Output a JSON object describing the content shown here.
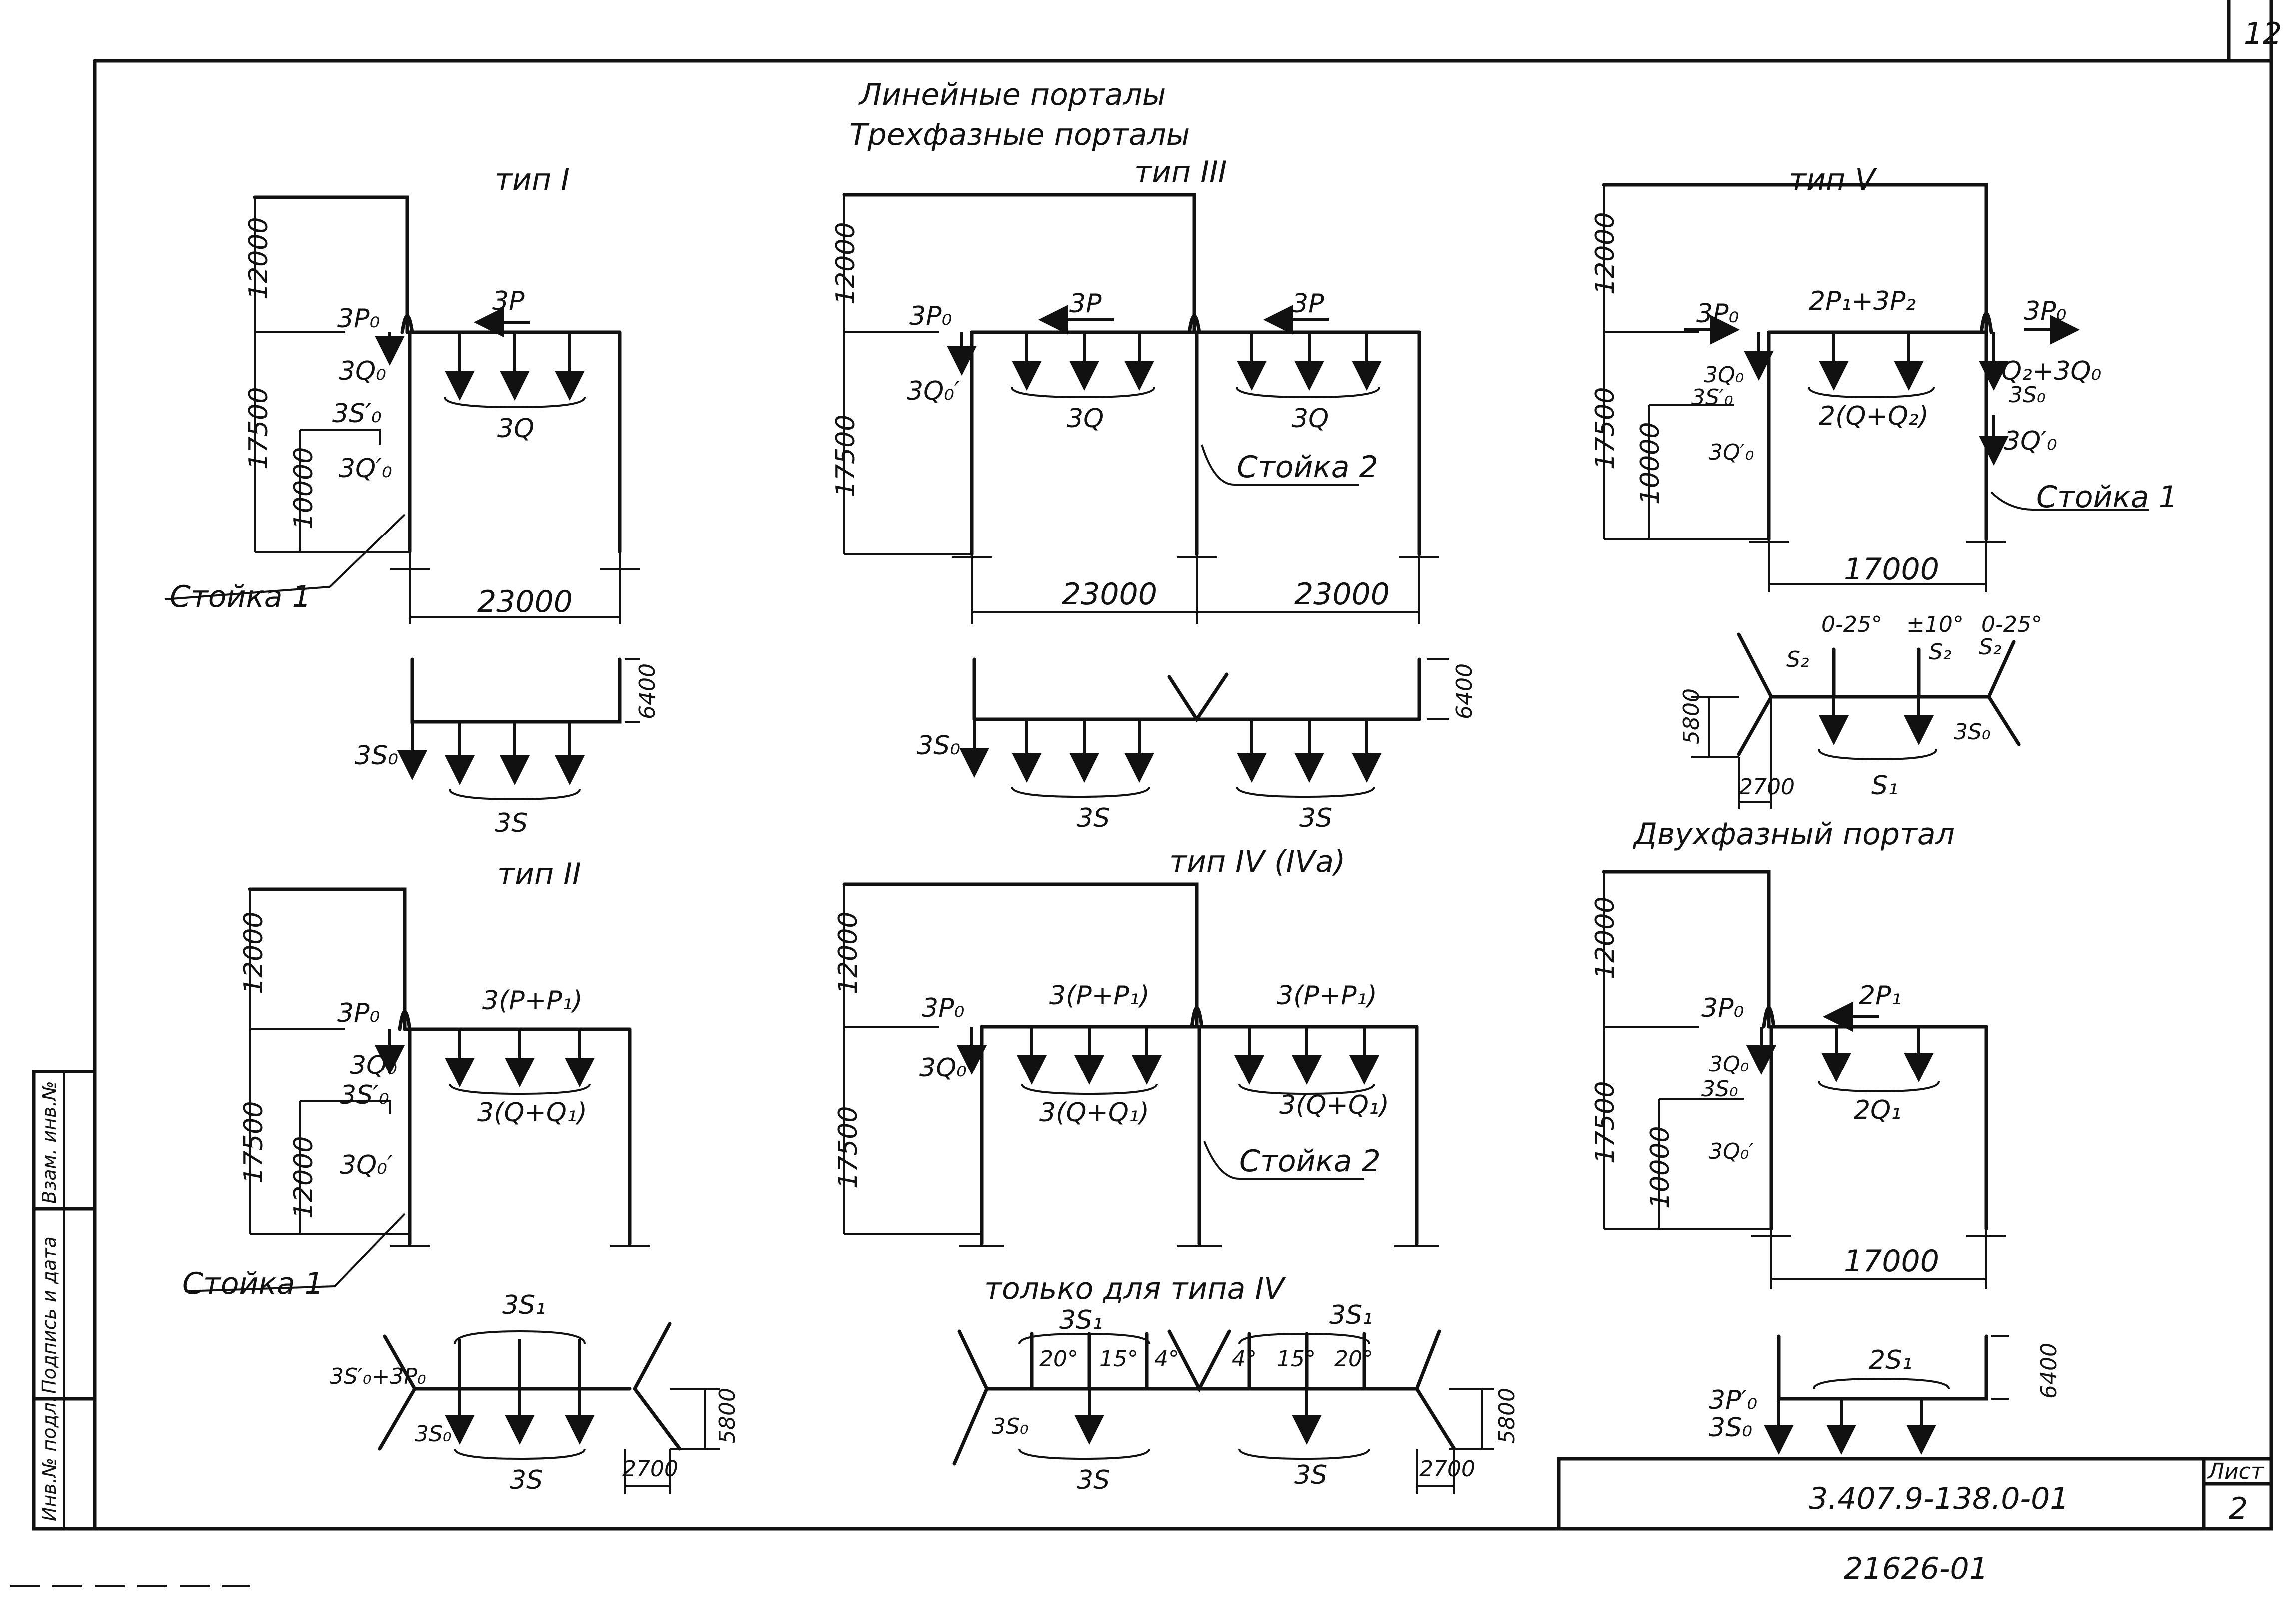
{
  "sheet": {
    "corner_number": "12",
    "title_line1": "Линейные порталы",
    "title_line2": "Трехфазные порталы",
    "doc_code": "3.407.9-138.0-01",
    "sheet_label": "Лист",
    "sheet_number": "2",
    "inventory": "21626-01",
    "stamp_labels": [
      "Инв.№ подл.",
      "Подпись и дата",
      "Взам. инв.№"
    ]
  },
  "type1": {
    "title": "тип I",
    "dims": {
      "top": "12000",
      "height": "17500",
      "lower": "10000",
      "span": "23000",
      "s_height": "6400"
    },
    "loads": {
      "p0": "3P₀",
      "p": "3P",
      "q0": "3Q₀",
      "s0p": "3S′₀",
      "q0p": "3Q′₀",
      "q": "3Q",
      "s0": "3S₀",
      "s": "3S"
    },
    "support": "Стойка 1"
  },
  "type3": {
    "title": "тип III",
    "dims": {
      "top": "12000",
      "height": "17500",
      "span1": "23000",
      "span2": "23000",
      "s_height": "6400"
    },
    "loads": {
      "p0": "3P₀",
      "p_left": "3P",
      "p_right": "3P",
      "q0p": "3Q₀′",
      "q_left": "3Q",
      "q_right": "3Q",
      "s0": "3S₀",
      "s_left": "3S",
      "s_right": "3S"
    },
    "support": "Стойка 2"
  },
  "type5": {
    "title": "тип V",
    "dims": {
      "top": "12000",
      "height": "17500",
      "lower": "10000",
      "span": "17000",
      "s_height": "5800",
      "s_width": "2700"
    },
    "loads": {
      "p0_left": "3P₀",
      "p_mid": "2P₁+3P₂",
      "p0_right": "3P₀",
      "q0": "3Q₀",
      "s0": "3S′₀",
      "q0p": "3Q′₀",
      "q_mid": "2(Q+Q₂)",
      "q2_right": "Q₂+3Q₀",
      "s0_right": "3S₀",
      "q0p_right": "3Q′₀",
      "s2_left": "S₂",
      "s2_mid": "S₂",
      "s2_right": "S₂",
      "s1": "S₁",
      "s0_plan": "3S₀"
    },
    "angles": {
      "a1": "0-25°",
      "a2": "±10°",
      "a3": "0-25°"
    },
    "support": "Стойка 1"
  },
  "type2": {
    "title": "тип II",
    "dims": {
      "top": "12000",
      "height": "17500",
      "lower": "12000",
      "s_height": "5800",
      "s_width": "2700"
    },
    "loads": {
      "p0": "3P₀",
      "p": "3(P+P₁)",
      "q0": "3Q₀",
      "s0p": "3S′₀",
      "q0p": "3Q₀′",
      "q": "3(Q+Q₁)",
      "s1": "3S₁",
      "s0_plan": "3S′₀+3P₀",
      "s0": "3S₀",
      "s": "3S"
    },
    "support": "Стойка 1"
  },
  "type4": {
    "title": "тип IV (IVа)",
    "dims": {
      "top": "12000",
      "height": "17500",
      "s_height": "5800",
      "s_width": "2700"
    },
    "loads": {
      "p0": "3P₀",
      "p_left": "3(P+P₁)",
      "p_right": "3(P+P₁)",
      "q0": "3Q₀",
      "q_left": "3(Q+Q₁)",
      "q_right": "3(Q+Q₁)",
      "s1": "3S₁",
      "s1b": "3S₁",
      "s0": "3S₀",
      "s_left": "3S",
      "s_right": "3S"
    },
    "angles": {
      "a1": "20°",
      "a2": "15°",
      "a3": "4°",
      "a4": "4°",
      "a5": "15°",
      "a6": "20°"
    },
    "note": "только для типа IV",
    "support": "Стойка 2"
  },
  "two_phase": {
    "title": "Двухфазный портал",
    "dims": {
      "top": "12000",
      "height": "17500",
      "lower": "10000",
      "span": "17000",
      "s_height": "6400"
    },
    "loads": {
      "p0": "3P₀",
      "p": "2P₁",
      "q0": "3Q₀",
      "s0": "3S₀",
      "q0p": "3Q₀′",
      "q": "2Q₁",
      "s1": "2S₁",
      "p0p": "3P′₀",
      "s0_plan": "3S₀"
    }
  }
}
